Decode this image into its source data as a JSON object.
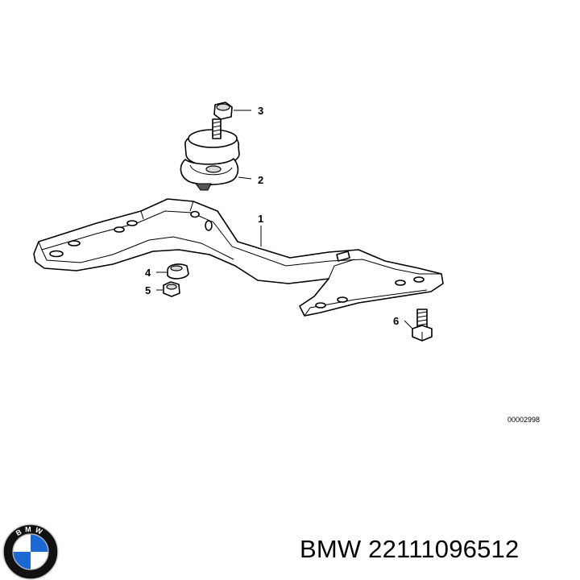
{
  "callouts": [
    "1",
    "2",
    "3",
    "4",
    "5",
    "6"
  ],
  "reference_code": "00002998",
  "caption": "BMW 22111096512",
  "logo": {
    "name": "bmw-roundel",
    "letters": "BMW",
    "colors": {
      "blue": "#1c69d4",
      "white": "#ffffff",
      "ring": "#111111",
      "letters": "#ffffff"
    }
  }
}
